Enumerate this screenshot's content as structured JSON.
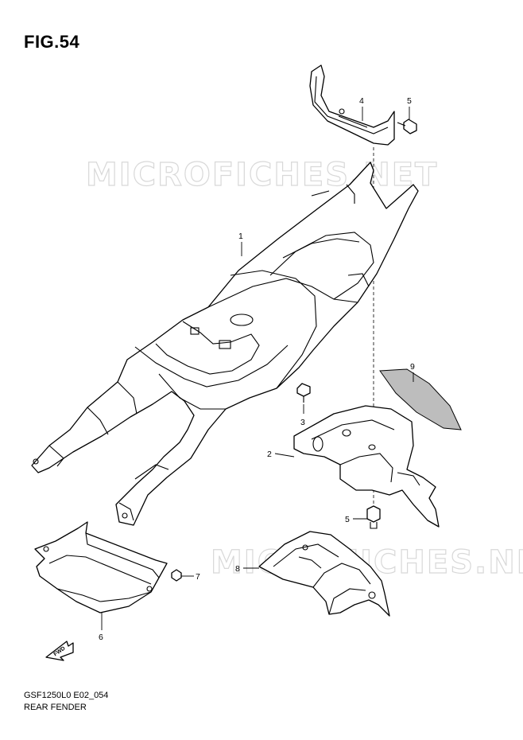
{
  "figure": {
    "title": "FIG.54",
    "watermark": "MICROFICHES.NET",
    "fwd_label": "FWD"
  },
  "footer": {
    "code": "GSF1250L0 E02_054",
    "caption": "REAR FENDER"
  },
  "callouts": [
    "1",
    "2",
    "3",
    "4",
    "5",
    "5",
    "6",
    "7",
    "8",
    "9"
  ]
}
